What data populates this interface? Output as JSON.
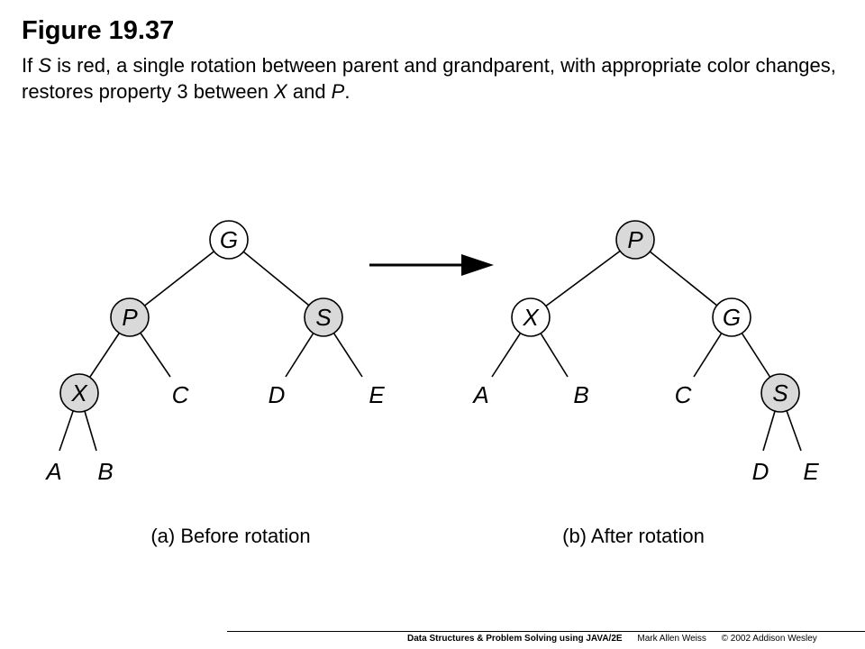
{
  "figure": {
    "title": "Figure 19.37",
    "caption_parts": [
      "If ",
      "S",
      " is red, a single rotation between parent and grandparent, with appropriate color changes, restores property 3 between ",
      "X",
      " and ",
      "P",
      "."
    ]
  },
  "diagram": {
    "before": {
      "caption": "(a) Before rotation",
      "nodes": {
        "root": "G",
        "left": "P",
        "right": "S",
        "left_left": "X"
      },
      "leaves": {
        "c": "C",
        "d": "D",
        "e": "E",
        "a": "A",
        "b": "B"
      }
    },
    "after": {
      "caption": "(b) After rotation",
      "nodes": {
        "root": "P",
        "left": "X",
        "right": "G",
        "right_right": "S"
      },
      "leaves": {
        "a": "A",
        "b": "B",
        "c": "C",
        "d": "D",
        "e": "E"
      }
    },
    "colors": {
      "red_node_fill": "#d9d9d9",
      "black_node_fill": "#ffffff",
      "stroke": "#000000"
    }
  },
  "footer": {
    "book": "Data Structures & Problem Solving using JAVA/2E",
    "author": "Mark Allen Weiss",
    "copyright": "© 2002  Addison Wesley"
  }
}
